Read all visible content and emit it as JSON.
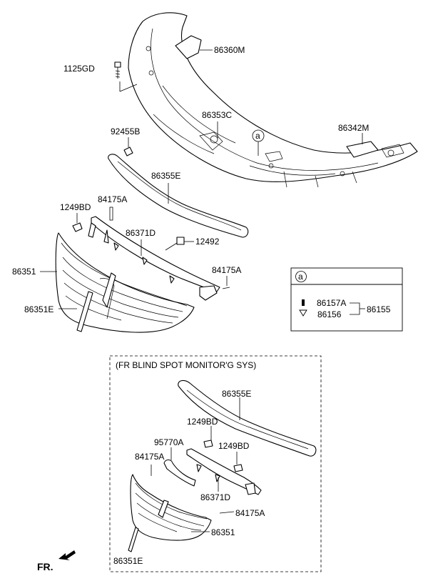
{
  "labels": {
    "l86360M": "86360M",
    "l1125GD": "1125GD",
    "l86353C": "86353C",
    "l86342M": "86342M",
    "l92455B": "92455B",
    "l86355E": "86355E",
    "l84175A_1": "84175A",
    "l1249BD_1": "1249BD",
    "l86371D": "86371D",
    "l12492": "12492",
    "l86351": "86351",
    "l84175A_2": "84175A",
    "l86351E": "86351E"
  },
  "callout": {
    "marker": "a",
    "l86157A": "86157A",
    "l86156": "86156",
    "l86155": "86155"
  },
  "inset": {
    "title": "(FR BLIND SPOT MONITOR'G SYS)",
    "l86355E": "86355E",
    "l1249BD_1": "1249BD",
    "l95770A": "95770A",
    "l1249BD_2": "1249BD",
    "l84175A_1": "84175A",
    "l86371D": "86371D",
    "l84175A_2": "84175A",
    "l86351": "86351",
    "l86351E": "86351E"
  },
  "direction": {
    "label": "FR."
  }
}
